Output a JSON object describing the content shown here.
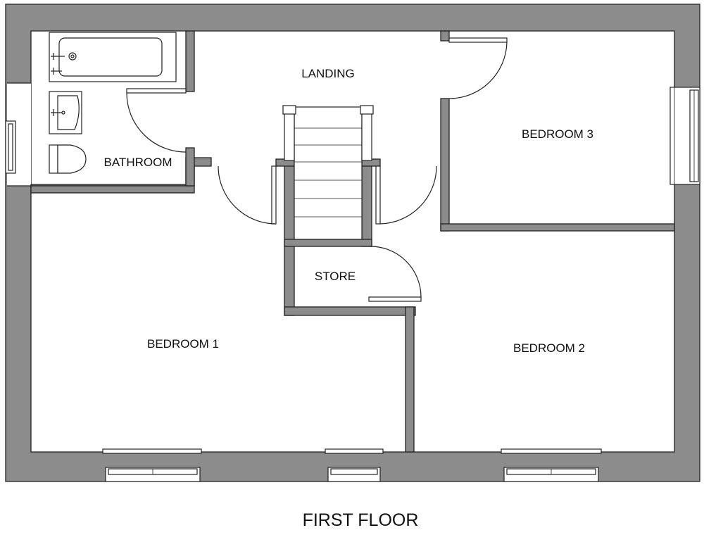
{
  "plan": {
    "title": "FIRST FLOOR",
    "wall_color": "#8c8c8c",
    "rooms": {
      "landing": "LANDING",
      "bathroom": "BATHROOM",
      "bedroom1": "BEDROOM 1",
      "bedroom2": "BEDROOM 2",
      "bedroom3": "BEDROOM 3",
      "store": "STORE"
    }
  }
}
